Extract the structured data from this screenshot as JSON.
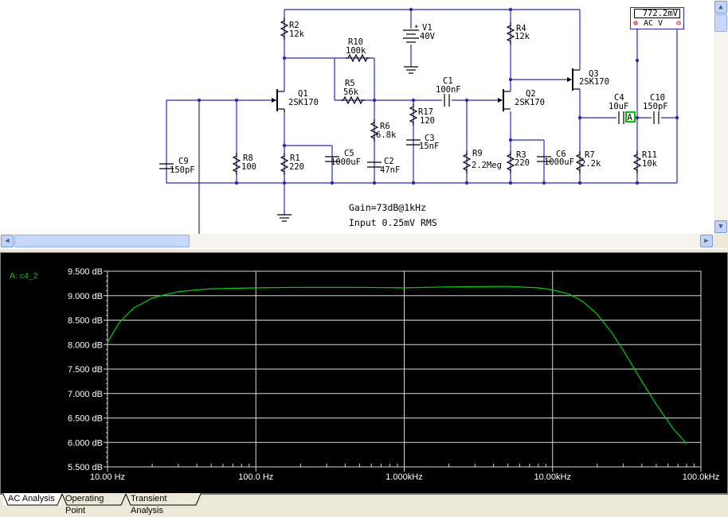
{
  "schematic": {
    "components": {
      "r2": {
        "name": "R2",
        "value": "12k"
      },
      "r10": {
        "name": "R10",
        "value": "100k"
      },
      "r5": {
        "name": "R5",
        "value": "56k"
      },
      "r6": {
        "name": "R6",
        "value": "6.8k"
      },
      "r17": {
        "name": "R17",
        "value": "120"
      },
      "r8": {
        "name": "R8",
        "value": "100"
      },
      "r1": {
        "name": "R1",
        "value": "220"
      },
      "r9": {
        "name": "R9",
        "value": "2.2Meg"
      },
      "r3": {
        "name": "R3",
        "value": "220"
      },
      "r4": {
        "name": "R4",
        "value": "12k"
      },
      "r7": {
        "name": "R7",
        "value": "2.2k"
      },
      "r11": {
        "name": "R11",
        "value": "10k"
      },
      "c1": {
        "name": "C1",
        "value": "100nF"
      },
      "c2": {
        "name": "C2",
        "value": "47nF"
      },
      "c3": {
        "name": "C3",
        "value": "15nF"
      },
      "c4": {
        "name": "C4",
        "value": "10uF"
      },
      "c5": {
        "name": "C5",
        "value": "1000uF"
      },
      "c6": {
        "name": "C6",
        "value": "1000uF"
      },
      "c9": {
        "name": "C9",
        "value": "150pF"
      },
      "c10": {
        "name": "C10",
        "value": "150pF"
      },
      "v1": {
        "name": "V1",
        "value": "40V",
        "plus": "+"
      },
      "q1": {
        "name": "Q1",
        "value": "2SK170"
      },
      "q2": {
        "name": "Q2",
        "value": "2SK170"
      },
      "q3": {
        "name": "Q3",
        "value": "2SK170"
      }
    },
    "probe_label": "A",
    "notes": {
      "gain": "Gain=73dB@1kHz",
      "input": "Input 0.25mV RMS"
    },
    "meter": {
      "value": "772.2mV",
      "plus": "⊕",
      "mode": "AC  V",
      "minus": "⊖"
    }
  },
  "graph": {
    "series_label": "A: c4_2"
  },
  "chart_data": {
    "type": "line",
    "title": "",
    "xlabel": "",
    "ylabel": "",
    "xscale": "log",
    "xlim": [
      10,
      100000
    ],
    "ylim": [
      5.5,
      9.5
    ],
    "grid": true,
    "y_ticks": [
      "5.500 dB",
      "6.000 dB",
      "6.500 dB",
      "7.000 dB",
      "7.500 dB",
      "8.000 dB",
      "8.500 dB",
      "9.000 dB",
      "9.500 dB"
    ],
    "x_ticks": [
      "10.00 Hz",
      "100.0 Hz",
      "1.000kHz",
      "10.00kHz",
      "100.0kHz"
    ],
    "series": [
      {
        "name": "A: c4_2",
        "color": "#00d000",
        "x": [
          10,
          12,
          15,
          20,
          25,
          30,
          40,
          50,
          70,
          100,
          200,
          500,
          1000,
          2000,
          5000,
          8000,
          10000,
          13000,
          16000,
          20000,
          25000,
          30000,
          40000,
          50000,
          65000,
          80000
        ],
        "y": [
          8.05,
          8.45,
          8.75,
          8.95,
          9.03,
          9.08,
          9.12,
          9.14,
          9.15,
          9.16,
          9.17,
          9.17,
          9.16,
          9.18,
          9.19,
          9.16,
          9.12,
          9.03,
          8.88,
          8.62,
          8.25,
          7.88,
          7.25,
          6.78,
          6.28,
          5.98
        ]
      }
    ]
  },
  "tabs": [
    {
      "label": "AC Analysis",
      "active": true
    },
    {
      "label": "Operating Point",
      "active": false
    },
    {
      "label": "Transient Analysis",
      "active": false
    }
  ],
  "scroll": {
    "up": "▲",
    "down": "▼",
    "left": "◀",
    "right": "▶"
  }
}
